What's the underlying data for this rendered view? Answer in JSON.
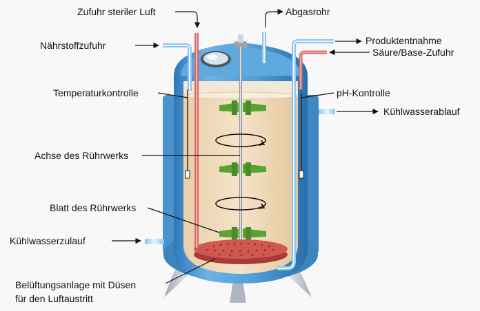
{
  "labels": {
    "sterile_air": "Zufuhr steriler Luft",
    "exhaust": "Abgasrohr",
    "nutrients": "Nährstoffzufuhr",
    "product": "Produktentnahme",
    "acid_base": "Säure/Base-Zufuhr",
    "temperature": "Temperaturkontrolle",
    "ph": "pH-Kontrolle",
    "cooling_out": "Kühlwasserablauf",
    "shaft": "Achse des Rührwerks",
    "blade": "Blatt des Rührwerks",
    "cooling_in": "Kühlwasserzulauf",
    "aeration_line1": "Belüftungsanlage mit Düsen",
    "aeration_line2": "für den Luftaustritt"
  },
  "colors": {
    "vessel_blue": "#4f9fd9",
    "vessel_dark": "#2f78b8",
    "broth": "#f0d9b8",
    "blade_green": "#5aa332",
    "air_pipe_red": "#d86b6b",
    "sparger_red": "#c74a45",
    "leg_gray": "#b9c0c8"
  }
}
